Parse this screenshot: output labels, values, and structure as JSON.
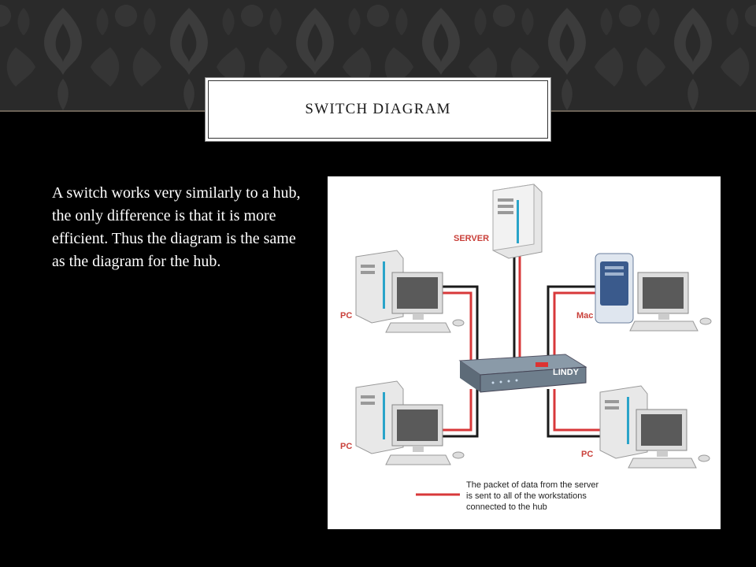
{
  "slide": {
    "title": "Switch Diagram",
    "body": "A switch works very similarly to a hub, the only difference is that it is more efficient.  Thus the diagram is the same as the diagram for the hub."
  },
  "diagram": {
    "labels": {
      "server": "SERVER",
      "pc_top_left": "PC",
      "mac": "Mac",
      "pc_bottom_left": "PC",
      "pc_bottom_right": "PC",
      "switch_brand": "LINDY"
    },
    "legend": {
      "line1": "The packet of data from the server",
      "line2": "is sent to all of the workstations",
      "line3": "connected to the hub"
    },
    "colors": {
      "cable_red": "#d8383a",
      "cable_black": "#1a1a1a",
      "label_red": "#c9403a"
    }
  }
}
